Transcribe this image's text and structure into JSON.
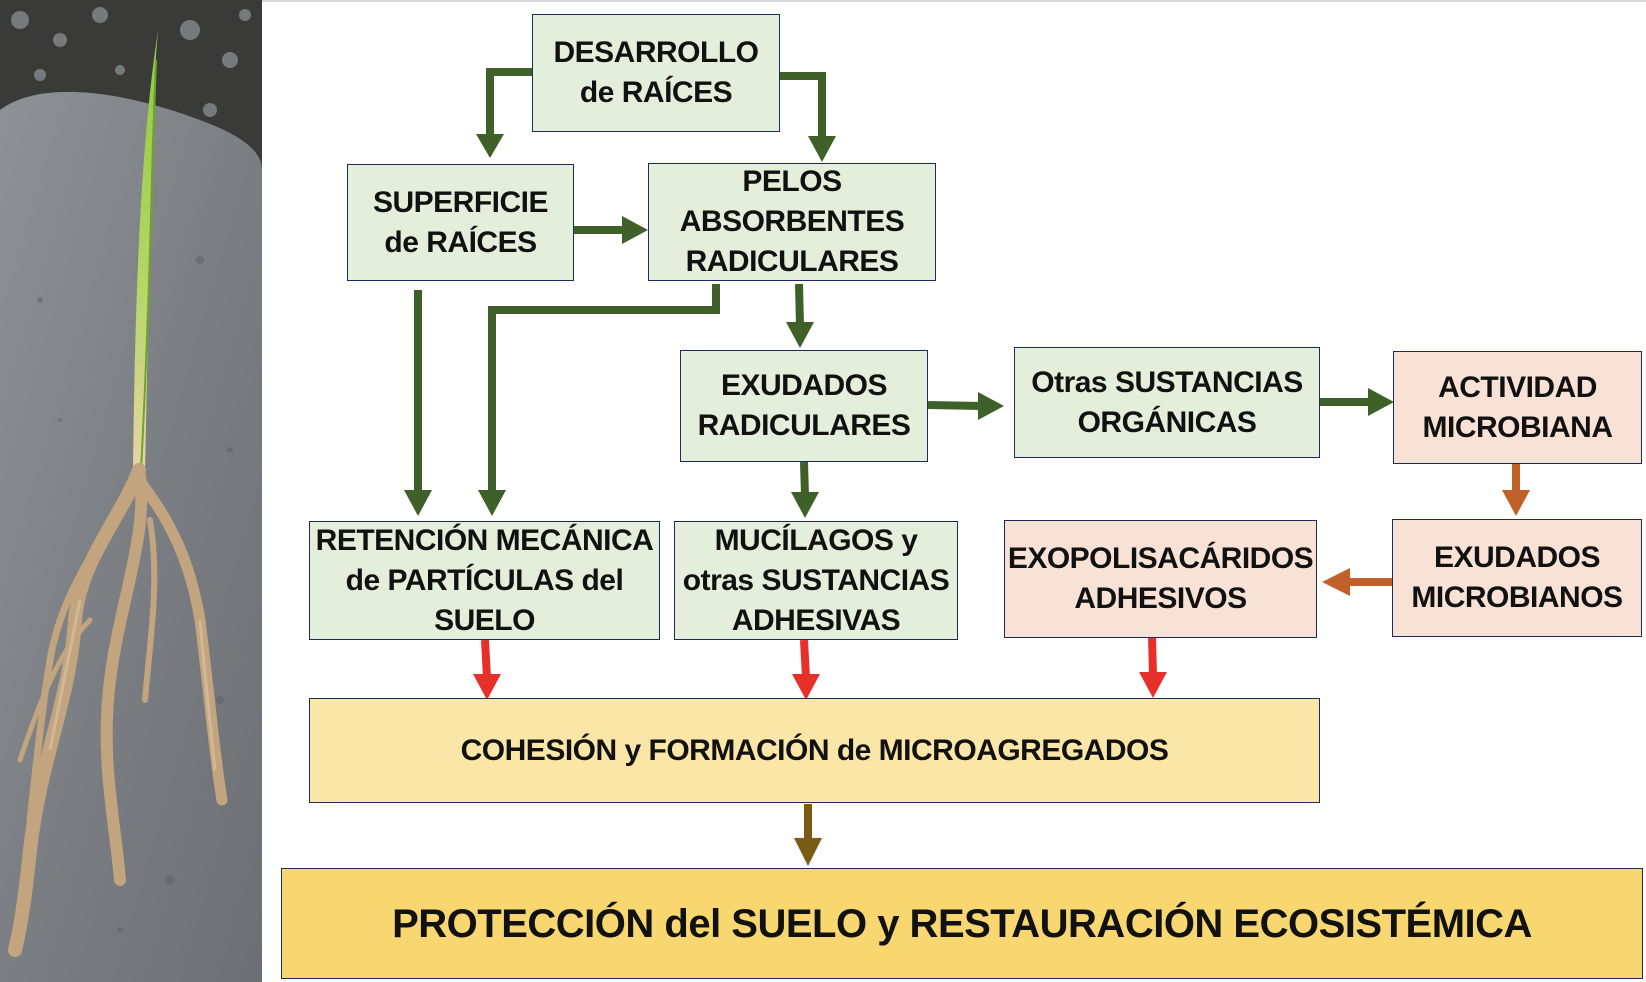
{
  "diagram": {
    "nodes": {
      "desarrollo": "DESARROLLO\nde RAÍCES",
      "superficie": "SUPERFICIE\nde RAÍCES",
      "pelos": "PELOS\nABSORBENTES\nRADICULARES",
      "exudados_rad": "EXUDADOS\nRADICULARES",
      "otras": "Otras SUSTANCIAS\nORGÁNICAS",
      "actividad": "ACTIVIDAD\nMICROBIANA",
      "retencion": "RETENCIÓN MECÁNICA\nde PARTÍCULAS del\nSUELO",
      "mucilagos": "MUCÍLAGOS y\notras SUSTANCIAS\nADHESIVAS",
      "exopoli": "EXOPOLISACÁRIDOS\nADHESIVOS",
      "exudados_mic": "EXUDADOS\nMICROBIANOS",
      "cohesion": "COHESIÓN y FORMACIÓN de MICROAGREGADOS",
      "proteccion": "PROTECCIÓN del SUELO y RESTAURACIÓN ECOSISTÉMICA"
    },
    "colors": {
      "green_box": "#e4efdb",
      "pink_box": "#f8e2d6",
      "yellow_box": "#fae6a6",
      "gold_box": "#f8d770",
      "green_arrow": "#3f6028",
      "orange_arrow": "#c0612a",
      "red_arrow": "#e8302a",
      "brown_arrow": "#7a5b16"
    }
  },
  "photo": {
    "subject": "plant-seedling-with-roots-photo"
  }
}
